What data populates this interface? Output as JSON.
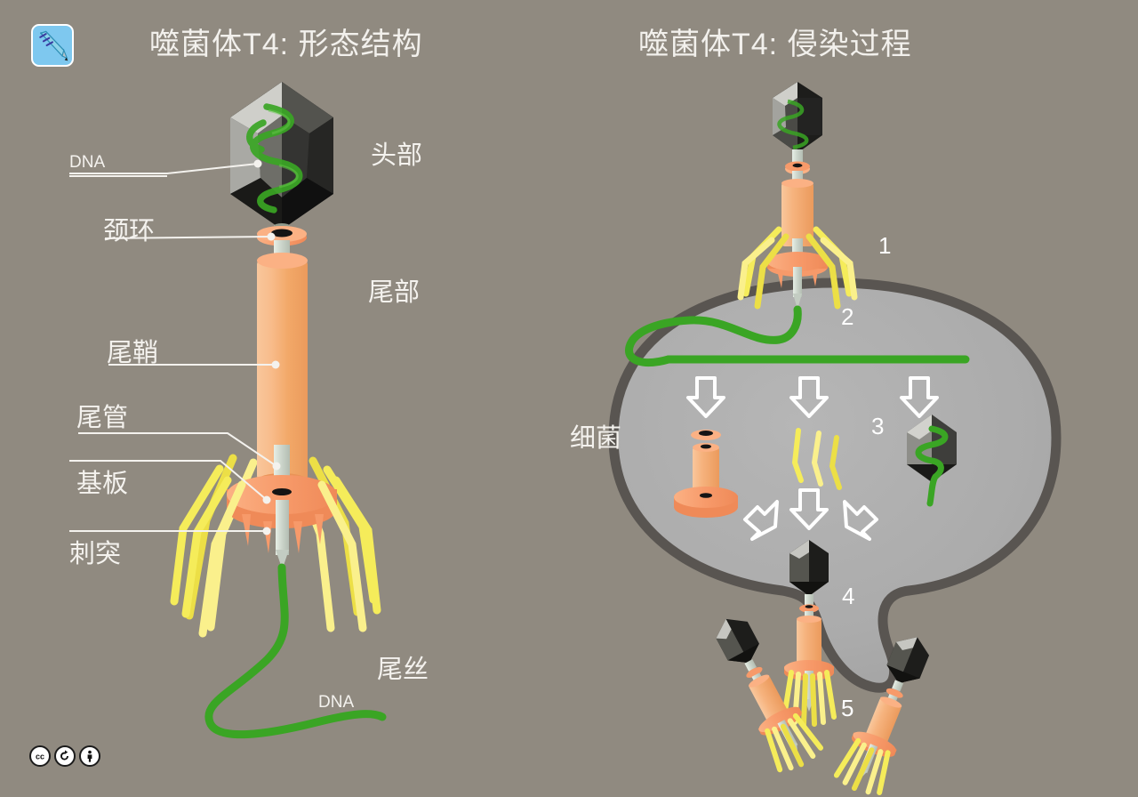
{
  "page": {
    "background_color": "#908a80",
    "text_color": "#f4f2ee"
  },
  "logo": {
    "name": "dna-pencil-logo",
    "background_color": "#7ec8ef",
    "border_color": "#ffffff"
  },
  "titles": {
    "left": "噬菌体T4: 形态结构",
    "right": "噬菌体T4: 侵染过程"
  },
  "left_panel": {
    "labels": [
      {
        "id": "dna-top",
        "text": "DNA",
        "script": "latin"
      },
      {
        "id": "head",
        "text": "头部",
        "script": "cjk"
      },
      {
        "id": "collar",
        "text": "颈环",
        "script": "cjk"
      },
      {
        "id": "tail",
        "text": "尾部",
        "script": "cjk"
      },
      {
        "id": "sheath",
        "text": "尾鞘",
        "script": "cjk"
      },
      {
        "id": "tail-tube",
        "text": "尾管",
        "script": "cjk"
      },
      {
        "id": "baseplate",
        "text": "基板",
        "script": "cjk"
      },
      {
        "id": "spike",
        "text": "刺突",
        "script": "cjk"
      },
      {
        "id": "tail-fiber",
        "text": "尾丝",
        "script": "cjk"
      },
      {
        "id": "dna-bottom",
        "text": "DNA",
        "script": "latin"
      }
    ]
  },
  "right_panel": {
    "bacterium_label": "细菌",
    "steps": [
      {
        "number": "1",
        "meaning": "attachment"
      },
      {
        "number": "2",
        "meaning": "dna-injection"
      },
      {
        "number": "3",
        "meaning": "component-synthesis"
      },
      {
        "number": "4",
        "meaning": "assembly"
      },
      {
        "number": "5",
        "meaning": "release-lysis"
      }
    ]
  },
  "license": {
    "badges": [
      "cc",
      "share-alike",
      "attribution"
    ]
  },
  "palette": {
    "background": "#908a80",
    "head_dark": "#1d1d1b",
    "head_mid": "#575752",
    "head_light": "#c9c9c4",
    "dna_green": "#3aa524",
    "sheath_orange": "#f2a868",
    "sheath_light": "#f8c193",
    "baseplate_orange": "#f79a6a",
    "fiber_yellow": "#f5ec5a",
    "fiber_light": "#faf08c",
    "tube_gray": "#cdd6cc",
    "bacterium_fill": "#adadad",
    "bacterium_membrane": "#595551",
    "label_white": "#f4f2ee"
  }
}
